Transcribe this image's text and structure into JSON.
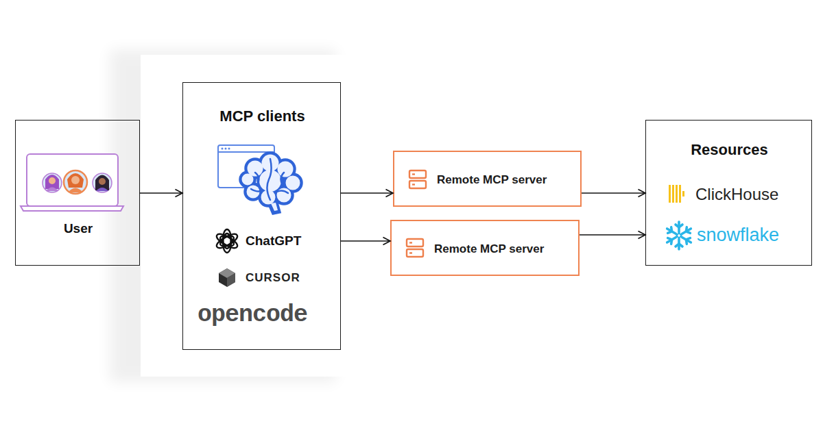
{
  "diagram": {
    "nodes": [
      {
        "text": [
          "User"
        ]
      },
      {
        "text": [
          "MCP clients",
          "ChatGPT",
          "CURSOR",
          "opencode"
        ]
      },
      {
        "text": [
          "Remote MCP server"
        ]
      },
      {
        "text": [
          "Remote MCP server"
        ]
      },
      {
        "text": [
          "Resources",
          "ClickHouse",
          "snowflake"
        ]
      }
    ],
    "edges": [
      {
        "from": 0,
        "to": 1,
        "arrow": "to"
      },
      {
        "from": 1,
        "to": 2,
        "arrow": "to"
      },
      {
        "from": 1,
        "to": 3,
        "arrow": "to"
      },
      {
        "from": 2,
        "to": 4,
        "arrow": "to"
      },
      {
        "from": 3,
        "to": 4,
        "arrow": "to"
      }
    ]
  }
}
